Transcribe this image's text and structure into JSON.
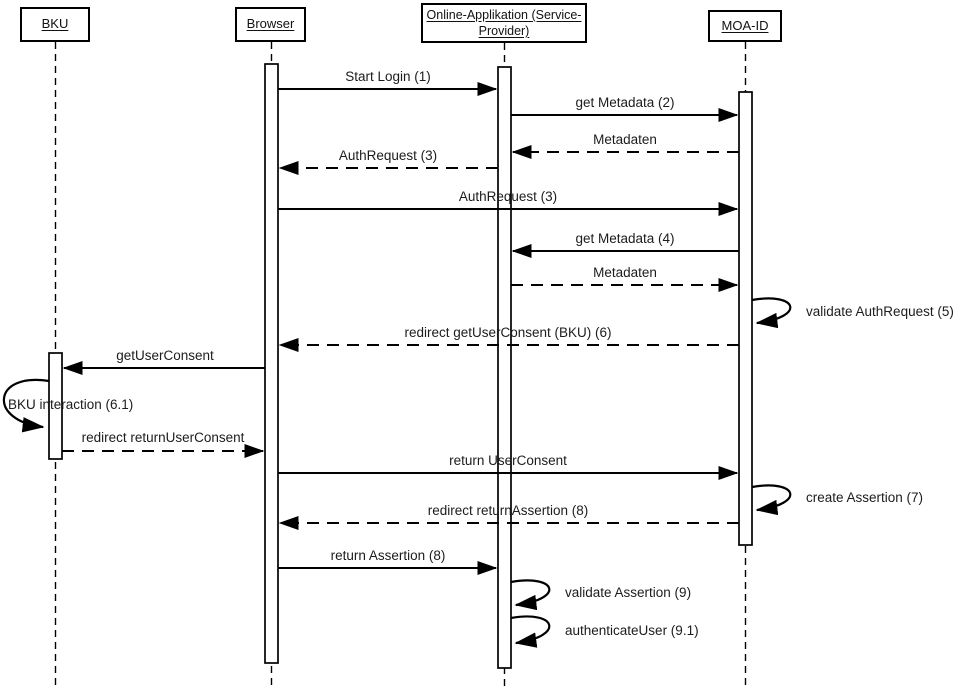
{
  "participants": [
    {
      "name": "BKU"
    },
    {
      "name": "Browser"
    },
    {
      "name": "Online-Applikation (Service-Provider)"
    },
    {
      "name": "MOA-ID"
    }
  ],
  "messages": [
    {
      "label": "Start Login (1)",
      "from": "Browser",
      "to": "Online-Applikation (Service-Provider)",
      "line": "solid"
    },
    {
      "label": "get Metadata (2)",
      "from": "Online-Applikation (Service-Provider)",
      "to": "MOA-ID",
      "line": "solid"
    },
    {
      "label": "Metadaten",
      "from": "MOA-ID",
      "to": "Online-Applikation (Service-Provider)",
      "line": "dashed"
    },
    {
      "label": "AuthRequest (3)",
      "from": "Online-Applikation (Service-Provider)",
      "to": "Browser",
      "line": "dashed"
    },
    {
      "label": "AuthRequest (3)",
      "from": "Browser",
      "to": "MOA-ID",
      "line": "solid"
    },
    {
      "label": "get Metadata (4)",
      "from": "MOA-ID",
      "to": "Online-Applikation (Service-Provider)",
      "line": "solid"
    },
    {
      "label": "Metadaten",
      "from": "Online-Applikation (Service-Provider)",
      "to": "MOA-ID",
      "line": "dashed"
    },
    {
      "label": "validate AuthRequest (5)",
      "from": "MOA-ID",
      "to": "MOA-ID",
      "line": "self-loop"
    },
    {
      "label": "redirect getUserConsent (BKU) (6)",
      "from": "MOA-ID",
      "to": "Browser",
      "line": "dashed"
    },
    {
      "label": "getUserConsent",
      "from": "Browser",
      "to": "BKU",
      "line": "solid"
    },
    {
      "label": "BKU interaction (6.1)",
      "from": "BKU",
      "to": "BKU",
      "line": "self-loop"
    },
    {
      "label": "redirect returnUserConsent",
      "from": "BKU",
      "to": "Browser",
      "line": "dashed"
    },
    {
      "label": "return UserConsent",
      "from": "Browser",
      "to": "MOA-ID",
      "line": "solid"
    },
    {
      "label": "create Assertion (7)",
      "from": "MOA-ID",
      "to": "MOA-ID",
      "line": "self-loop"
    },
    {
      "label": "redirect returnAssertion (8)",
      "from": "MOA-ID",
      "to": "Browser",
      "line": "dashed"
    },
    {
      "label": "return Assertion (8)",
      "from": "Browser",
      "to": "Online-Applikation (Service-Provider)",
      "line": "solid"
    },
    {
      "label": "validate Assertion (9)",
      "from": "Online-Applikation (Service-Provider)",
      "to": "Online-Applikation (Service-Provider)",
      "line": "self-loop"
    },
    {
      "label": "authenticateUser (9.1)",
      "from": "Online-Applikation (Service-Provider)",
      "to": "Online-Applikation (Service-Provider)",
      "line": "self-loop"
    }
  ],
  "colors": {
    "line": "#000000",
    "background": "#ffffff",
    "text": "#1c1c1c"
  }
}
